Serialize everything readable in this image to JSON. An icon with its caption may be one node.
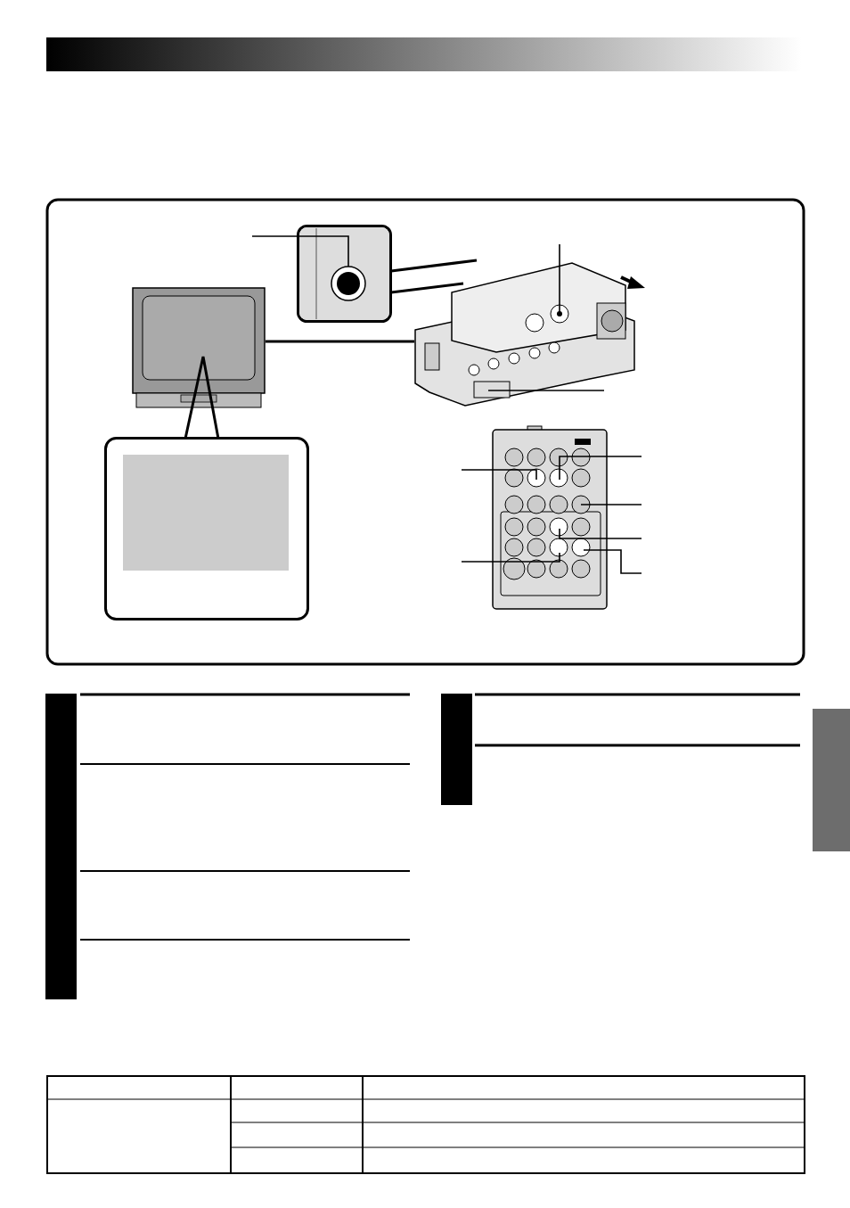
{
  "diagram": {
    "nodes": [
      {
        "text": [],
        "shape": "picture"
      },
      {
        "text": [],
        "shape": "box"
      },
      {
        "text": [],
        "shape": "box"
      },
      {
        "text": [],
        "shape": "picture"
      },
      {
        "text": [],
        "shape": "picture"
      },
      {
        "text": [],
        "shape": "bar"
      },
      {
        "text": [],
        "shape": "bar"
      },
      {
        "text": [],
        "shape": "bar"
      }
    ],
    "edges": [
      {
        "from": 0,
        "to": 3,
        "arrow": "none"
      },
      {
        "from": null,
        "to": 2,
        "arrow": "none"
      },
      {
        "from": null,
        "to": 3,
        "arrow": "none"
      },
      {
        "from": null,
        "to": 3,
        "arrow": "none"
      },
      {
        "from": null,
        "to": 4,
        "arrow": "none"
      },
      {
        "from": null,
        "to": 4,
        "arrow": "none"
      },
      {
        "from": null,
        "to": 4,
        "arrow": "none"
      },
      {
        "from": null,
        "to": 4,
        "arrow": "none"
      },
      {
        "from": null,
        "to": 4,
        "arrow": "none"
      },
      {
        "from": null,
        "to": 4,
        "arrow": "none"
      }
    ]
  }
}
